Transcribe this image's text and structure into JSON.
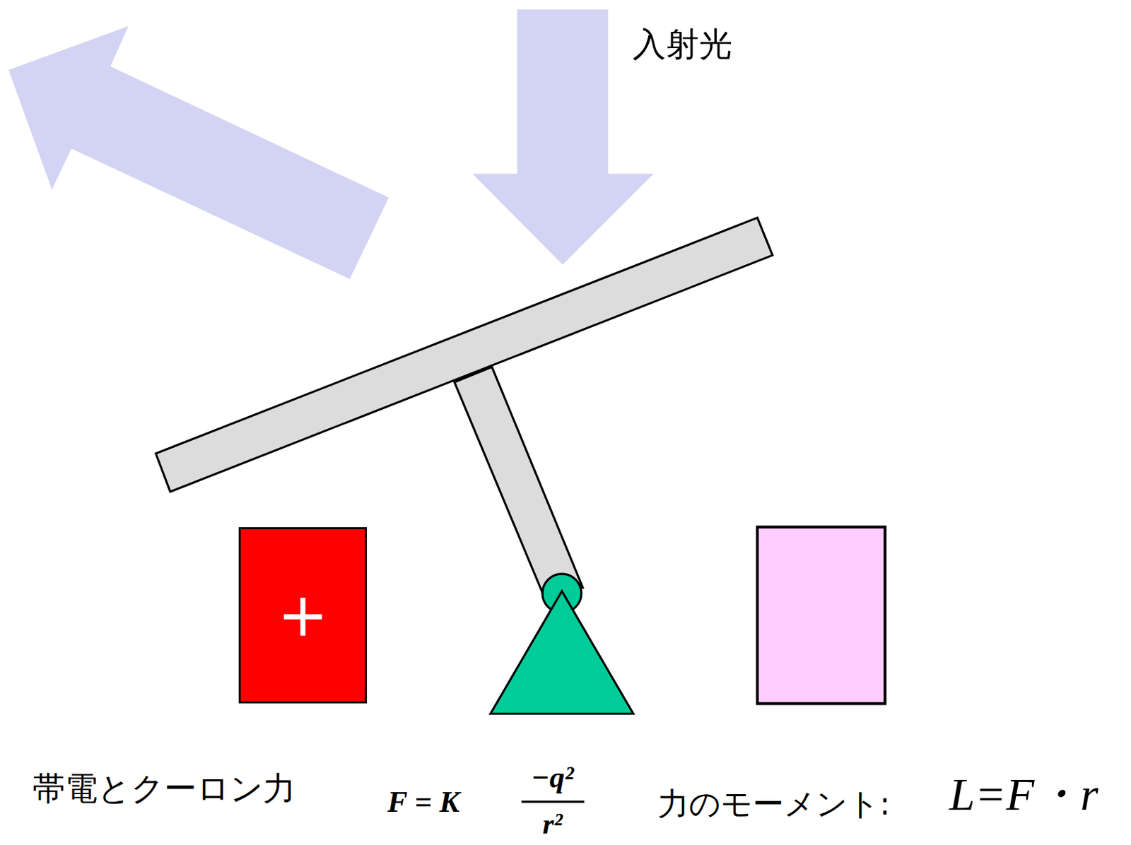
{
  "diagram": {
    "nodes": [
      {
        "text": [
          "+"
        ]
      }
    ],
    "labels": [
      "入射光",
      "帯電とクーロン力",
      "F = K",
      "−q²",
      "r²",
      "力のモーメント:",
      "L=F・r"
    ]
  }
}
